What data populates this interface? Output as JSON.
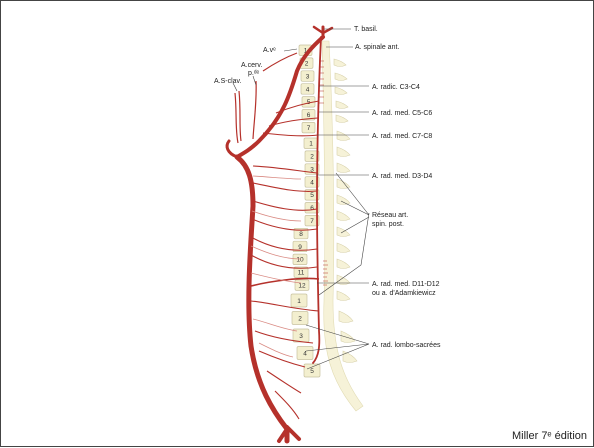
{
  "labels": {
    "t_basil": "T. basil.",
    "a_ve": "A.vᵉ",
    "a_spinale_ant": "A. spinale ant.",
    "a_cerv_l1": "A.cerv.",
    "a_cerv_l2": "p.ᵈᵉ",
    "a_s_clav": "A.S-clav.",
    "a_radic_c3c4": "A. radic. C3-C4",
    "a_rad_med_c5c6": "A. rad. med. C5-C6",
    "a_rad_med_c7c8": "A. rad. med. C7-C8",
    "a_rad_med_d3d4": "A. rad. med. D3-D4",
    "reseau_l1": "Réseau art.",
    "reseau_l2": "spin. post.",
    "a_rad_med_d11d12_l1": "A. rad. med. D11-D12",
    "a_rad_med_d11d12_l2": "ou a. d'Adamkiewicz",
    "a_rad_lombo": "A. rad. lombo-sacrées"
  },
  "vertebrae": {
    "cervical": [
      "1",
      "2",
      "3",
      "4",
      "5",
      "6",
      "7"
    ],
    "thoracic": [
      "1",
      "2",
      "3",
      "4",
      "5",
      "6",
      "7",
      "8",
      "9",
      "10",
      "11",
      "12"
    ],
    "lumbar": [
      "1",
      "2",
      "3",
      "4",
      "5"
    ]
  },
  "source": "Miller 7ᵉ édition",
  "colors": {
    "artery": "#b5312b",
    "artery_light": "#d98a83",
    "bone_fill": "#f3efcf",
    "bone_stroke": "#c8c2a0",
    "leader": "#444444"
  }
}
